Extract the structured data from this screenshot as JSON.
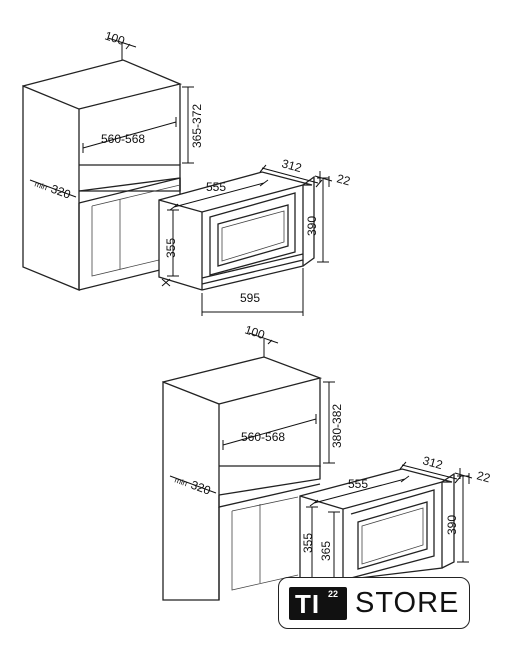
{
  "diagram_top": {
    "depth_top": "100",
    "niche_height": "365-372",
    "niche_width": "560-568",
    "cabinet_depth_min_label": "min",
    "cabinet_depth_min": "320",
    "appliance_width_top": "555",
    "appliance_depth": "312",
    "front_offset": "22",
    "appliance_height_body": "355",
    "appliance_height_front": "390",
    "appliance_width_front": "595"
  },
  "diagram_bottom": {
    "depth_top": "100",
    "niche_height": "380-382",
    "niche_width": "560-568",
    "cabinet_depth_min_label": "min",
    "cabinet_depth_min": "320",
    "appliance_width_top": "555",
    "appliance_depth": "312",
    "front_offset": "22",
    "appliance_height_body": "355",
    "appliance_height_body_alt": "365",
    "appliance_height_front": "390"
  },
  "logo": {
    "brand_left": "TI",
    "brand_superscript": "22",
    "brand_right": "STORE"
  }
}
